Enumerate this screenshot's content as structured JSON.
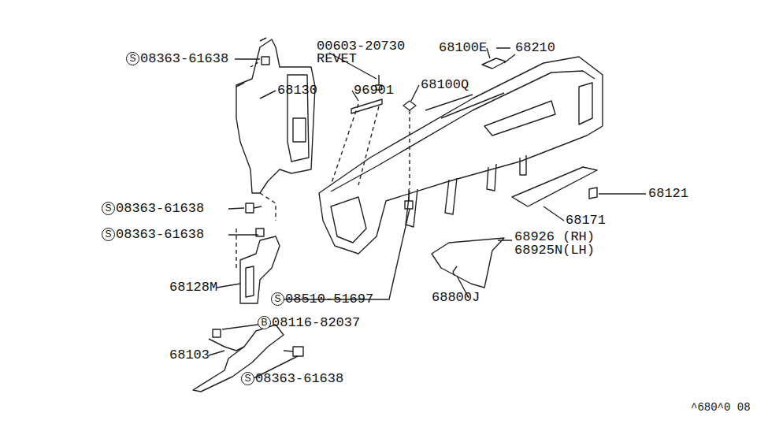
{
  "diagram": {
    "labels": [
      "S",
      "08363-61638",
      "00603-20730",
      "REVET",
      "68130",
      "96901",
      "68100E",
      "68210",
      "68100Q",
      "S",
      "08363-61638",
      "S",
      "08363-61638",
      "68128M",
      "68121",
      "68171",
      "68926 (RH)",
      "68925N(LH)",
      "S",
      "08510-51697",
      "68800J",
      "B",
      "08116-82037",
      "68103",
      "S",
      "08363-61638",
      "^680^0 08"
    ]
  }
}
